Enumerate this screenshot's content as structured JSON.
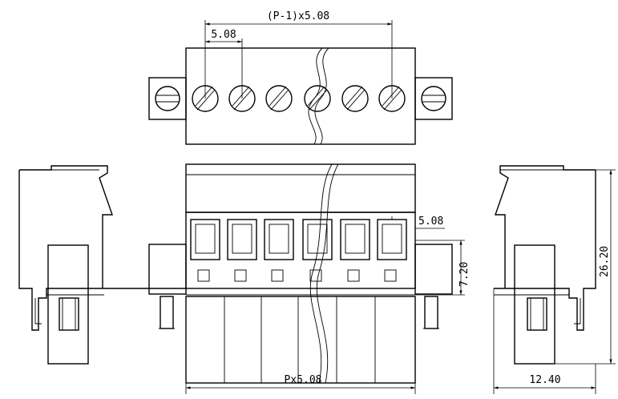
{
  "dimensions": {
    "pitch_span": "(P-1)x5.08",
    "pitch_top": "5.08",
    "pitch_right": "5.08",
    "height_small": "7.20",
    "height_total": "26.20",
    "total_width": "Px5.08",
    "depth": "12.40"
  },
  "colors": {
    "stroke": "#000000",
    "background": "#ffffff"
  }
}
